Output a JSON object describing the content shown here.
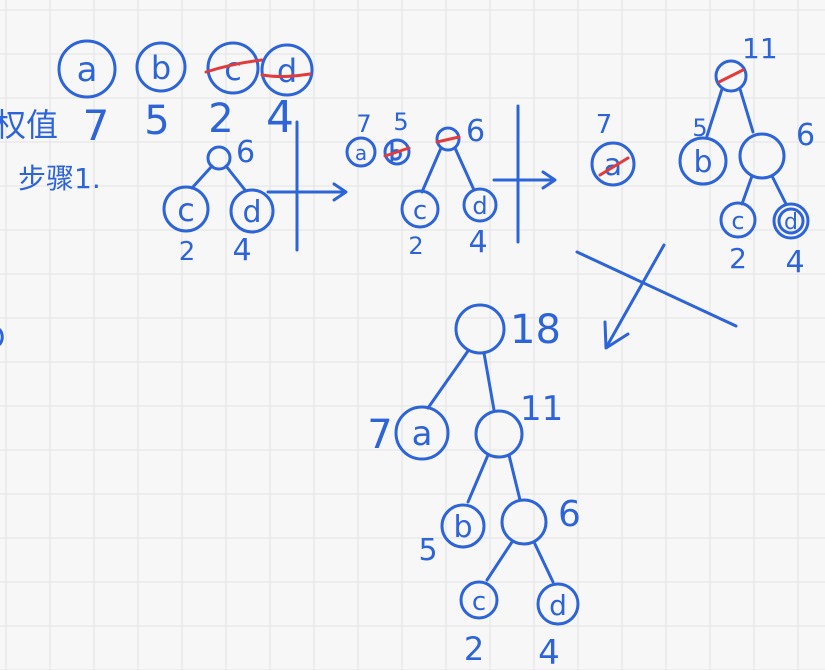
{
  "header": {
    "symbols": [
      "a",
      "b",
      "c",
      "d"
    ],
    "weights": [
      "7",
      "5",
      "2",
      "4"
    ],
    "weight_label": "权值",
    "step_label": "步骤1."
  },
  "step1": {
    "parent_weight": "6",
    "left": "c",
    "right": "d",
    "left_weight": "2",
    "right_weight": "4"
  },
  "step2": {
    "a_label": "a",
    "a_weight": "7",
    "b_weight": "5",
    "parent_weight": "6",
    "left": "c",
    "right": "d",
    "left_weight": "2",
    "right_weight": "4"
  },
  "step3": {
    "a_label": "a",
    "a_weight": "7",
    "root_weight": "11",
    "b_label": "b",
    "b_weight": "5",
    "inner_weight": "6",
    "c_label": "c",
    "d_label": "d",
    "c_weight": "2",
    "d_weight": "4"
  },
  "final": {
    "root_weight": "18",
    "a_label": "a",
    "a_weight": "7",
    "n11_weight": "11",
    "b_label": "b",
    "b_weight": "5",
    "n6_weight": "6",
    "c_label": "c",
    "c_weight": "2",
    "d_label": "d",
    "d_weight": "4"
  }
}
